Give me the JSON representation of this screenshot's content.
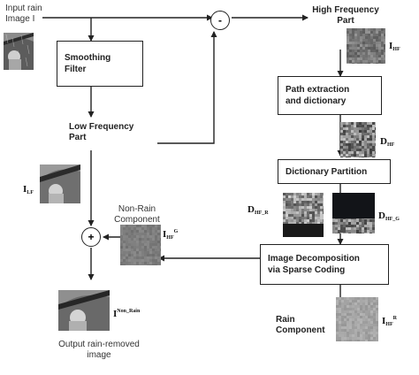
{
  "labels": {
    "input": "Input rain\nImage I",
    "high_freq": "High Frequency\nPart",
    "low_freq": "Low Frequency\nPart",
    "non_rain_comp": "Non-Rain\nComponent",
    "rain_comp": "Rain\nComponent",
    "output": "Output rain-removed\nimage"
  },
  "boxes": {
    "smoothing": "Smoothing\nFilter",
    "path": "Path extraction\nand dictionary",
    "partition": "Dictionary Partition",
    "decomposition": "Image Decomposition\nvia Sparse Coding"
  },
  "ops": {
    "minus": "-",
    "plus": "+"
  },
  "symbols": {
    "i_hf": {
      "main": "I",
      "sub": "HF"
    },
    "d_hf": {
      "main": "D",
      "sub": "HF"
    },
    "d_hf_r": {
      "main": "D",
      "sub": "HF_R"
    },
    "d_hf_g": {
      "main": "D",
      "sub": "HF_G"
    },
    "i_lf": {
      "main": "I",
      "sub": "LF"
    },
    "i_hf_g": {
      "main": "I",
      "sub": "HF",
      "sup": "G"
    },
    "i_hf_r": {
      "main": "I",
      "sub": "HF",
      "sup": "R"
    },
    "i_non_rain": {
      "main": "I",
      "sup": "Non_Rain"
    }
  }
}
